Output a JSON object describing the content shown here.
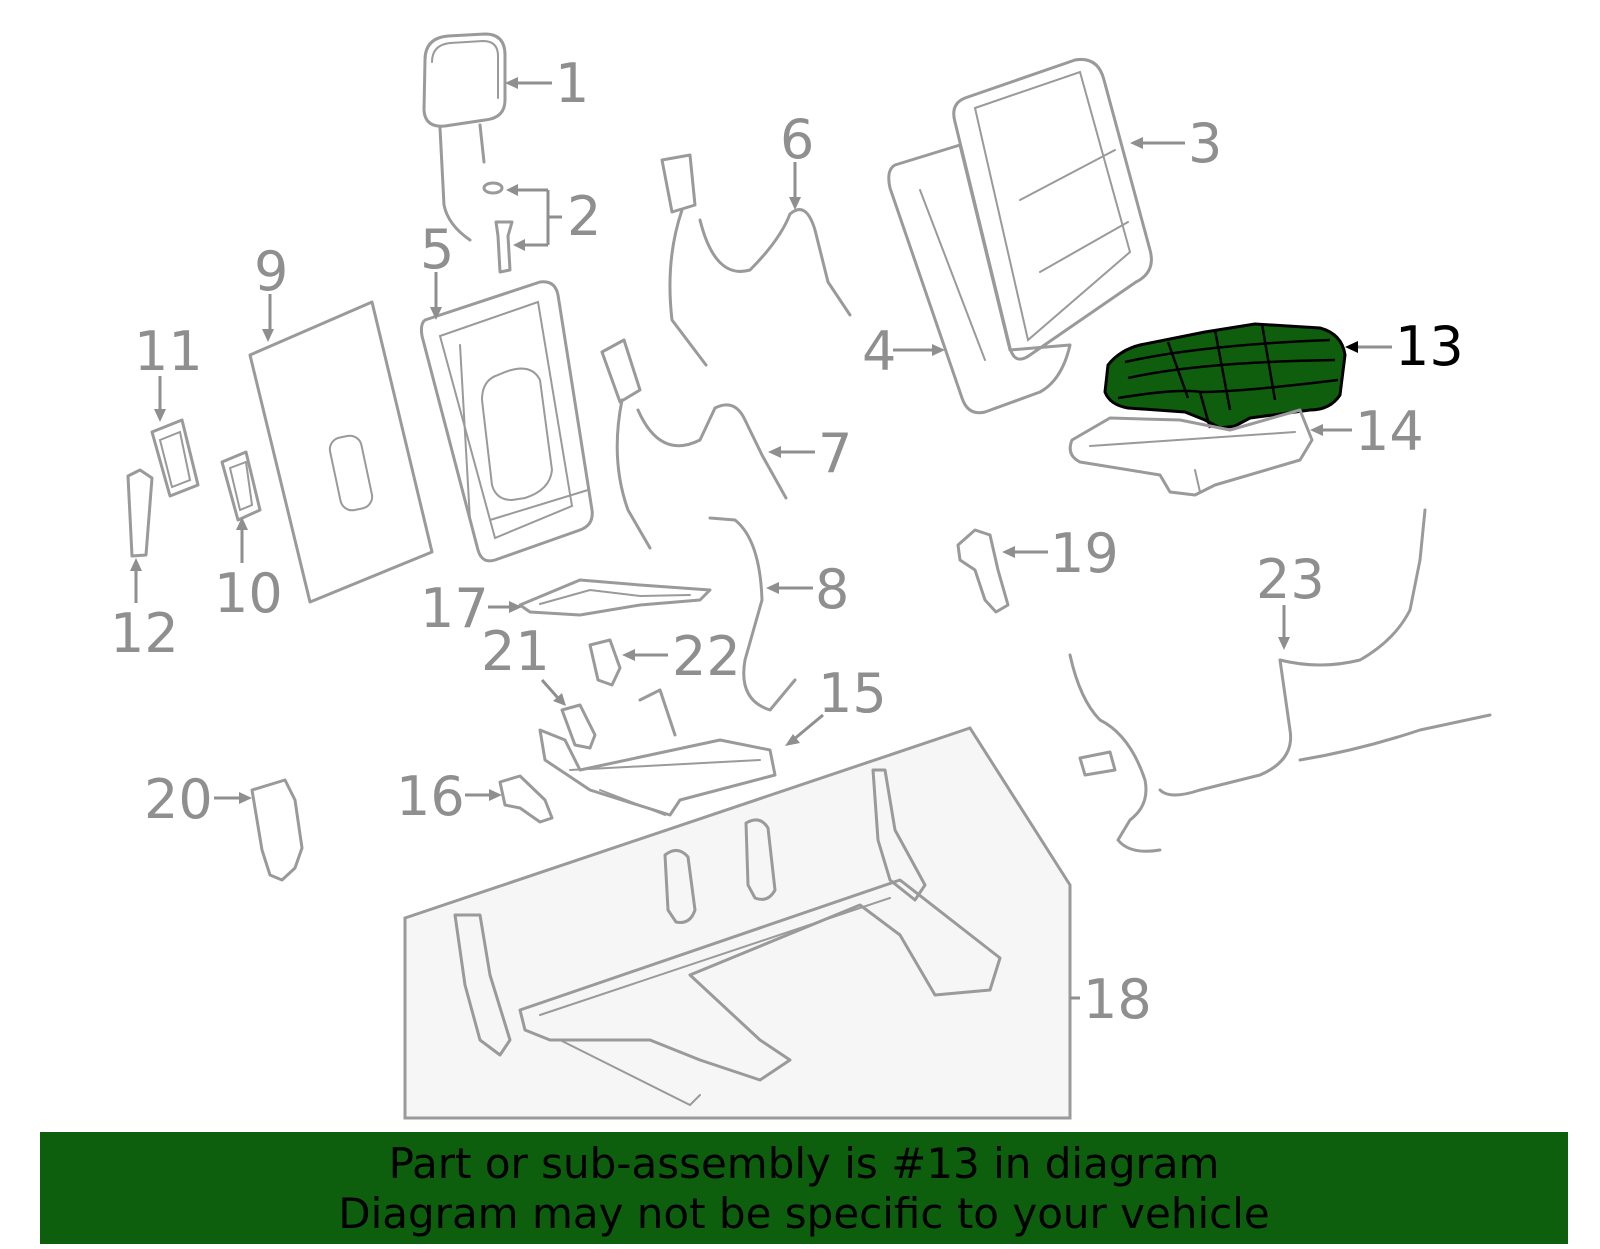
{
  "callouts": {
    "c1": "1",
    "c2": "2",
    "c3": "3",
    "c4": "4",
    "c5": "5",
    "c6": "6",
    "c7": "7",
    "c8": "8",
    "c9": "9",
    "c10": "10",
    "c11": "11",
    "c12": "12",
    "c13": "13",
    "c14": "14",
    "c15": "15",
    "c16": "16",
    "c17": "17",
    "c18": "18",
    "c19": "19",
    "c20": "20",
    "c21": "21",
    "c22": "22",
    "c23": "23"
  },
  "highlight_color": "#0e5e0e",
  "banner": {
    "line1": "Part or sub-assembly is #13 in diagram",
    "line2": "Diagram may not be specific to your vehicle"
  }
}
